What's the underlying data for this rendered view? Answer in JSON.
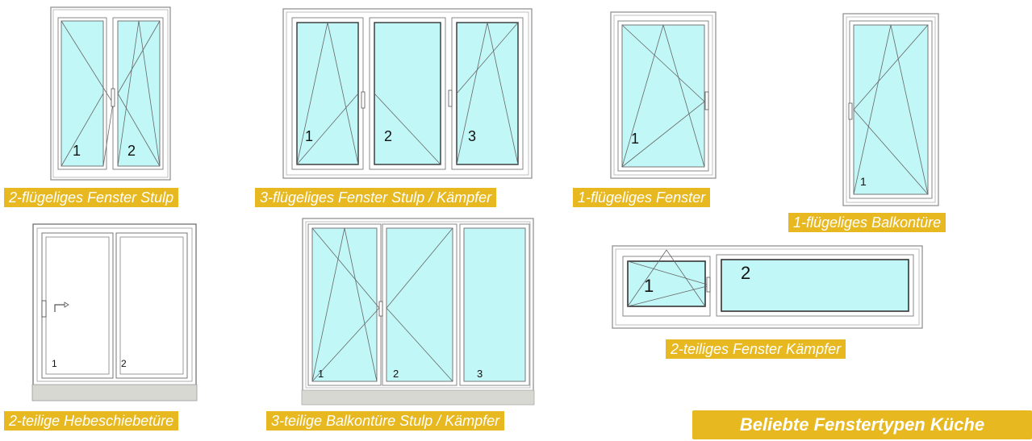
{
  "colors": {
    "glass": "#c2f7f7",
    "frame": "#ffffff",
    "frame_line": "#8a8a8a",
    "caption_bg": "#e7b81f",
    "caption_text": "#ffffff"
  },
  "icons": {
    "handle": "window-handle-icon",
    "hinge": "hinge-icon",
    "slide_arrow": "slide-arrow-icon"
  },
  "windows": [
    {
      "caption": "2-flügeliges Fenster Stulp",
      "sash_numbers": [
        "1",
        "2"
      ]
    },
    {
      "caption": "3-flügeliges Fenster Stulp / Kämpfer",
      "sash_numbers": [
        "1",
        "2",
        "3"
      ]
    },
    {
      "caption": "1-flügeliges Fenster",
      "sash_numbers": [
        "1"
      ]
    },
    {
      "caption": "1-flügeliges Balkontüre",
      "sash_numbers": [
        "1"
      ]
    },
    {
      "caption": "2-teilige Hebeschiebetüre",
      "sash_numbers": [
        "1",
        "2"
      ]
    },
    {
      "caption": "3-teilige Balkontüre Stulp / Kämpfer",
      "sash_numbers": [
        "1",
        "2",
        "3"
      ]
    },
    {
      "caption": "2-teiliges Fenster Kämpfer",
      "sash_numbers": [
        "1",
        "2"
      ]
    }
  ],
  "headline": "Beliebte Fenstertypen Küche"
}
